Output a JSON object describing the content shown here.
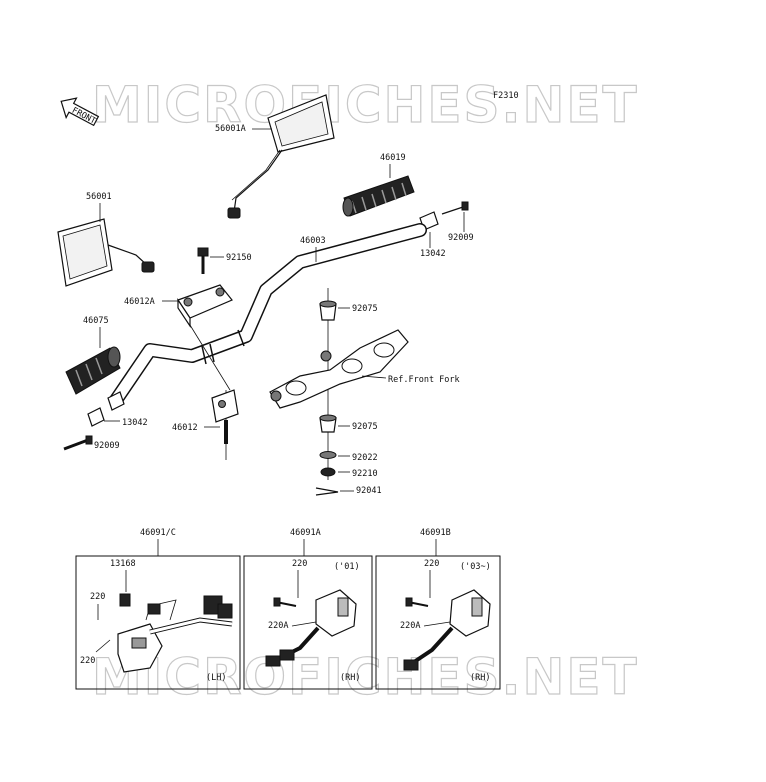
{
  "watermark": "MICROFICHES.NET",
  "figure_code": "F2310",
  "front_arrow": "FRONT",
  "ref_note": "Ref.Front Fork",
  "parts": {
    "p56001A": "56001A",
    "p46019": "46019",
    "p56001": "56001",
    "p46003": "46003",
    "p92150": "92150",
    "p13042_r": "13042",
    "p92009_r": "92009",
    "p46012A": "46012A",
    "p92075_top": "92075",
    "p46075": "46075",
    "p13042_l": "13042",
    "p46012": "46012",
    "p92075_bot": "92075",
    "p92009_l": "92009",
    "p92022": "92022",
    "p92210": "92210",
    "p92041": "92041"
  },
  "panels": [
    {
      "title": "46091/C",
      "side": "(LH)",
      "labels": [
        "13168",
        "220",
        "220"
      ]
    },
    {
      "title": "46091A",
      "side": "(RH)",
      "year": "('01)",
      "labels": [
        "220",
        "220A"
      ]
    },
    {
      "title": "46091B",
      "side": "(RH)",
      "year": "('03~)",
      "labels": [
        "220",
        "220A"
      ]
    }
  ]
}
